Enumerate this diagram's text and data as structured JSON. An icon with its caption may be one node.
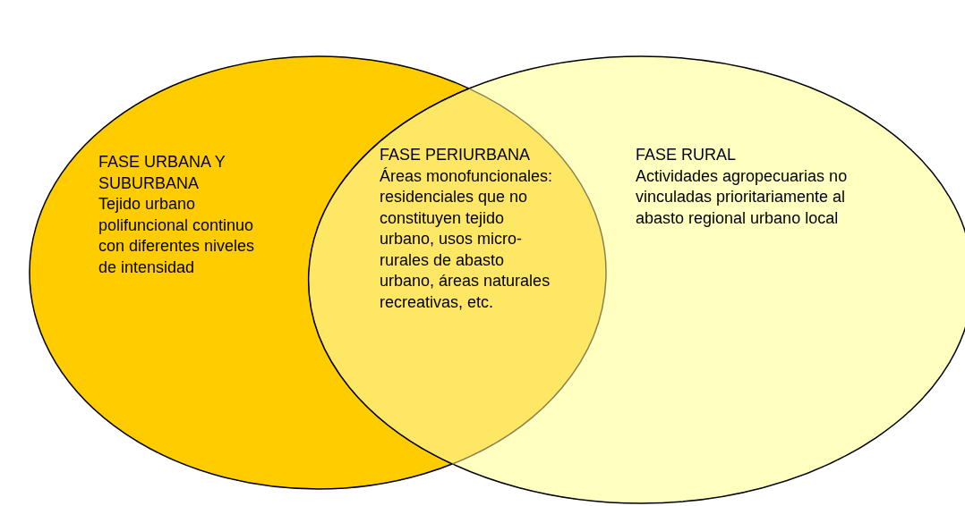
{
  "diagram": {
    "nodes": [
      {
        "text": [
          "FASE URBANA Y SUBURBANA",
          "Tejido urbano polifuncional continuo con diferentes niveles de intensidad"
        ]
      },
      {
        "text": [
          "FASE PERIURBANA",
          "Áreas monofuncionales: residenciales que no constituyen tejido urbano, usos micro-rurales de abasto urbano, áreas naturales recreativas, etc."
        ]
      },
      {
        "text": [
          "FASE RURAL",
          "Actividades agropecuarias no vinculadas prioritariamente al abasto regional urbano local"
        ]
      }
    ],
    "edges": []
  }
}
